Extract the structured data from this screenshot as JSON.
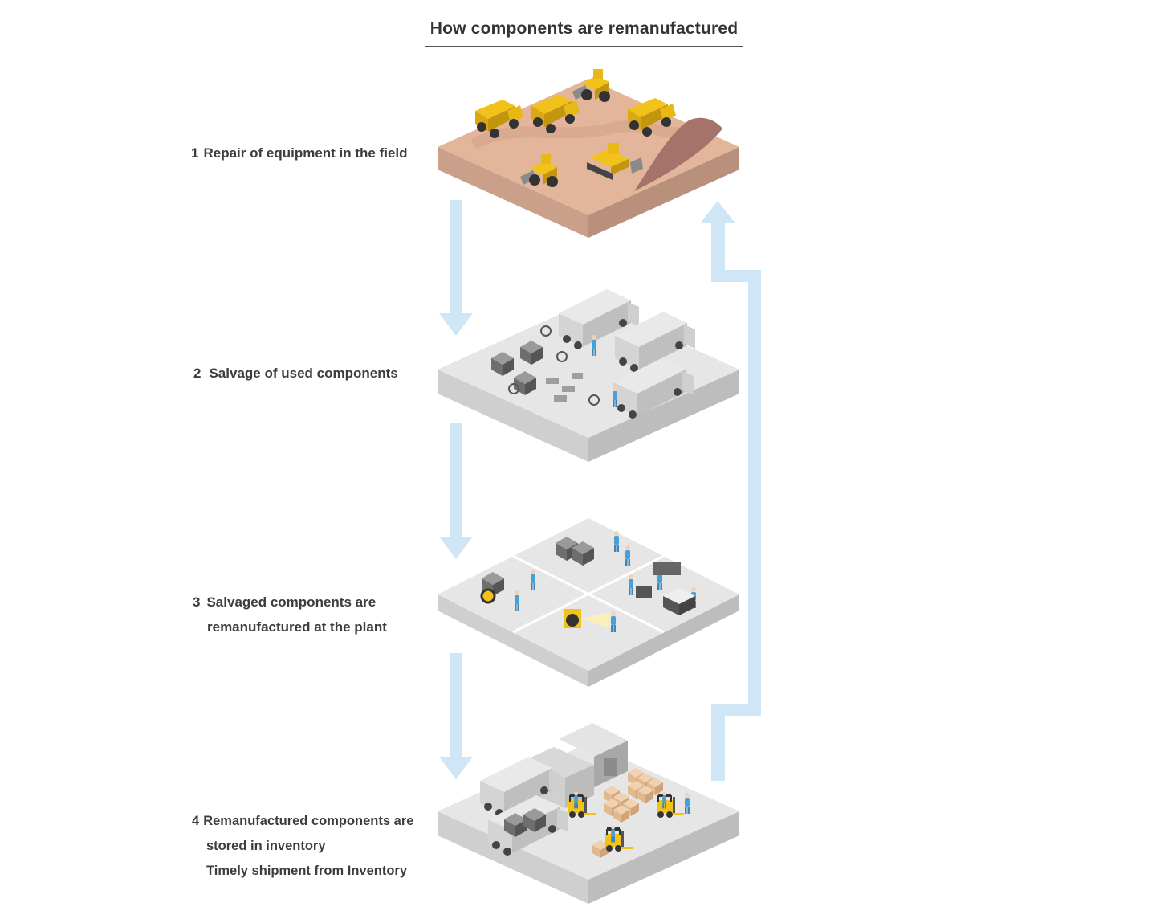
{
  "title": "How components are remanufactured",
  "steps": [
    {
      "number": "1",
      "lines": [
        "Repair of equipment in the field"
      ]
    },
    {
      "number": "2",
      "lines": [
        "Salvage of used components"
      ]
    },
    {
      "number": "3",
      "lines": [
        "Salvaged components are",
        "remanufactured at the plant"
      ]
    },
    {
      "number": "4",
      "lines": [
        "Remanufactured components are",
        "stored in inventory",
        "Timely shipment from Inventory"
      ]
    }
  ],
  "colors": {
    "arrow": "#cfe6f6",
    "field_top": "#e3b59a",
    "field_side_left": "#caa08a",
    "field_side_right": "#b8907b",
    "mound": "#a6736a",
    "tile_top": "#e6e6e6",
    "tile_side_left": "#cfcfcf",
    "tile_side_right": "#bdbdbd",
    "machine_yellow": "#f2c21b",
    "worker_blue": "#4a9fd8",
    "pallet_tan": "#e0b98f"
  },
  "icons": [
    "dump-truck-icon",
    "wheel-loader-icon",
    "bulldozer-icon",
    "box-truck-icon",
    "engine-icon",
    "worker-icon",
    "warehouse-icon",
    "forklift-icon",
    "pallet-boxes-icon"
  ]
}
